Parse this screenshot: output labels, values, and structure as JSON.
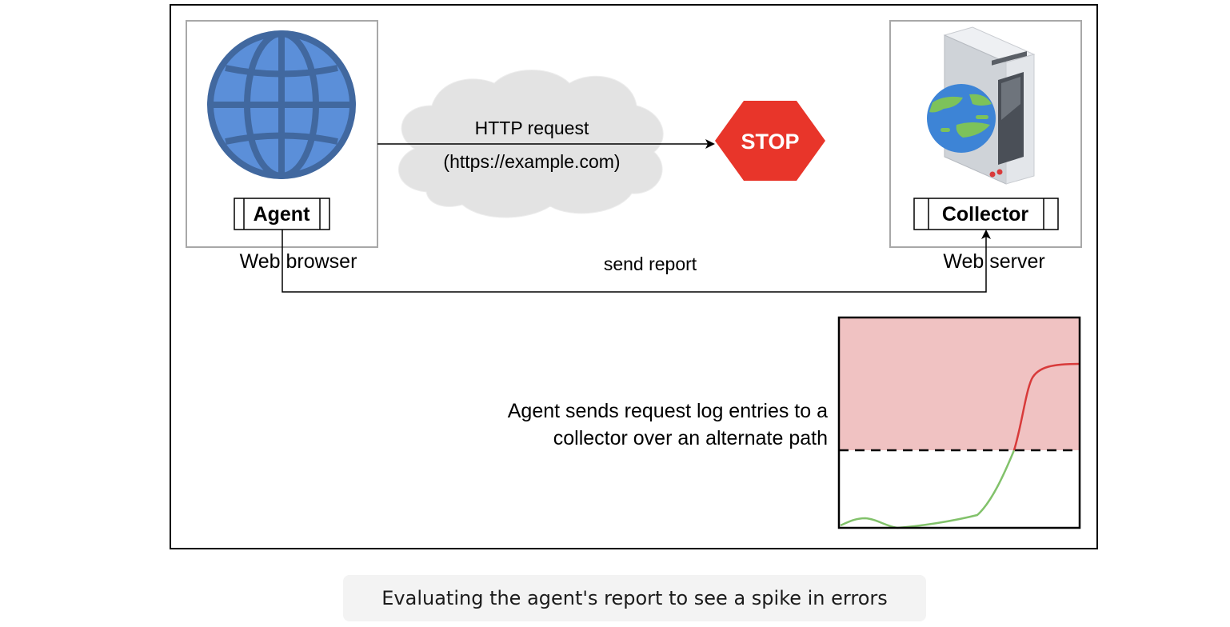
{
  "diagram": {
    "browser": {
      "component_label": "Agent",
      "caption": "Web browser",
      "icon": "globe-icon"
    },
    "server": {
      "component_label": "Collector",
      "caption": "Web server",
      "icon": "server-icon"
    },
    "request": {
      "line1": "HTTP request",
      "line2": "(https://example.com)"
    },
    "blocked": {
      "sign_text": "STOP",
      "icon": "stop-sign-icon",
      "color": "#e8352a"
    },
    "report_link": {
      "label": "send report"
    },
    "note": {
      "line1": "Agent sends request log entries to a",
      "line2": "collector over an alternate path"
    },
    "error_graph": {
      "threshold_zone_color": "#f0c2c2",
      "normal_line_color": "#82c26b",
      "error_line_color": "#d83a3a"
    }
  },
  "caption": {
    "text": "Evaluating the agent's report to see a spike in errors"
  }
}
